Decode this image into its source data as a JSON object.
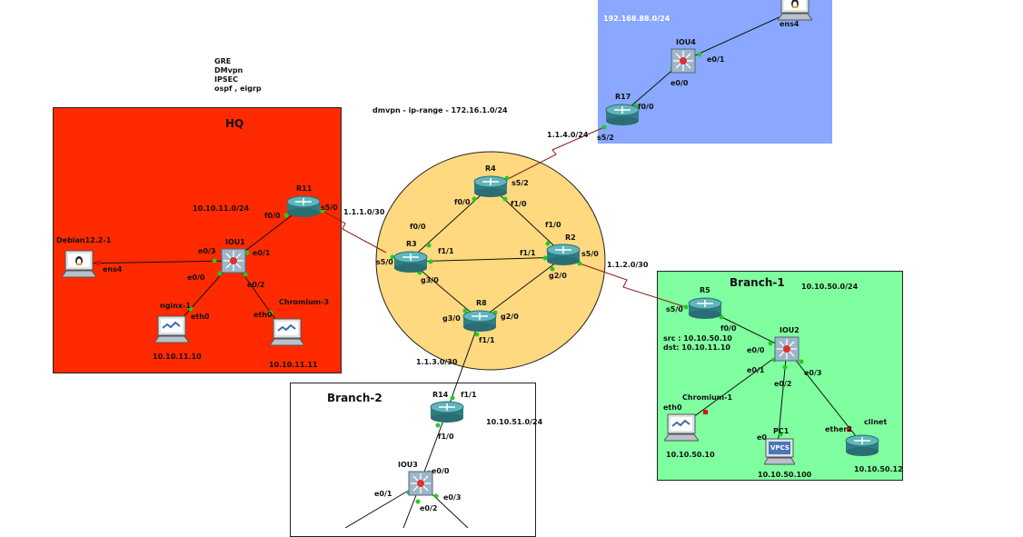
{
  "notes": [
    "GRE",
    "DMvpn",
    "IPSEC",
    "ospf , eigrp"
  ],
  "dmvpn_label": "dmvpn - ip-range - 172.16.1.0/24",
  "colors": {
    "hq": "#ff2a00",
    "branch1": "#7fff9f",
    "branch2": "#ffffff",
    "remote": "#8aa8ff",
    "core": "#ffd97f",
    "serial": "#8b1a1a",
    "ethernet": "#111111",
    "port_up": "#22cc22",
    "port_down": "#dd1111"
  },
  "regions": {
    "hq": {
      "title": "HQ"
    },
    "branch1": {
      "title": "Branch-1"
    },
    "branch2": {
      "title": "Branch-2"
    }
  },
  "subnets": {
    "remote": "192.168.88.0/24",
    "r17_link": "1.1.4.0/24",
    "hq_lan": "10.10.11.0/24",
    "r11_r3": "1.1.1.0/30",
    "r2_r5": "1.1.2.0/30",
    "branch1_lan": "10.10.50.0/24",
    "r8_r14": "1.1.3.0/30",
    "branch2_lan": "10.10.51.0/24"
  },
  "devices": {
    "R4": "R4",
    "R3": "R3",
    "R2": "R2",
    "R8": "R8",
    "R11": "R11",
    "R17": "R17",
    "R5": "R5",
    "R14": "R14",
    "IOU1": "IOU1",
    "IOU2": "IOU2",
    "IOU3": "IOU3",
    "IOU4": "IOU4",
    "debian": "Debian12.2-1",
    "nginx": "nginx-1",
    "chromium3": "Chromium-3",
    "chromium1": "Chromium-1",
    "pc1": "PC1",
    "clinet": "clinet"
  },
  "ips": {
    "nginx": "10.10.11.10",
    "chromium3": "10.10.11.11",
    "chromium1": "10.10.50.10",
    "pc1": "10.10.50.100",
    "clinet": "10.10.50.12"
  },
  "tunnel_note": {
    "src": "src : 10.10.50.10",
    "dst": "dst: 10.10.11.10"
  },
  "vpcs_label": "VPCS",
  "ports": {
    "r4_f00": "f0/0",
    "r4_s52": "s5/2",
    "r4_f10": "f1/0",
    "r3_f00": "f0/0",
    "r3_f11": "f1/1",
    "r3_s50": "s5/0",
    "r3_g30": "g3/0",
    "r2_f10": "f1/0",
    "r2_f11": "f1/1",
    "r2_s50": "s5/0",
    "r2_g20": "g2/0",
    "r8_g30": "g3/0",
    "r8_g20": "g2/0",
    "r8_f11": "f1/1",
    "r11_f00": "f0/0",
    "r11_s50": "s5/0",
    "iou1_e03": "e0/3",
    "iou1_e01": "e0/1",
    "iou1_e00": "e0/0",
    "iou1_e02": "e0/2",
    "debian_ens4": "ens4",
    "nginx_eth0": "eth0",
    "chromium3_eth0": "eth0",
    "r17_f00": "f0/0",
    "r17_s52": "s5/2",
    "iou4_e00": "e0/0",
    "iou4_e01": "e0/1",
    "remote_ens4": "ens4",
    "r5_s50": "s5/0",
    "r5_f00": "f0/0",
    "iou2_e00": "e0/0",
    "iou2_e01": "e0/1",
    "iou2_e02": "e0/2",
    "iou2_e03": "e0/3",
    "chromium1_eth0": "eth0",
    "pc1_e0": "e0",
    "clinet_ether2": "ether2",
    "r14_f11": "f1/1",
    "r14_f10": "f1/0",
    "iou3_e00": "e0/0",
    "iou3_e01": "e0/1",
    "iou3_e02": "e0/2",
    "iou3_e03": "e0/3"
  }
}
